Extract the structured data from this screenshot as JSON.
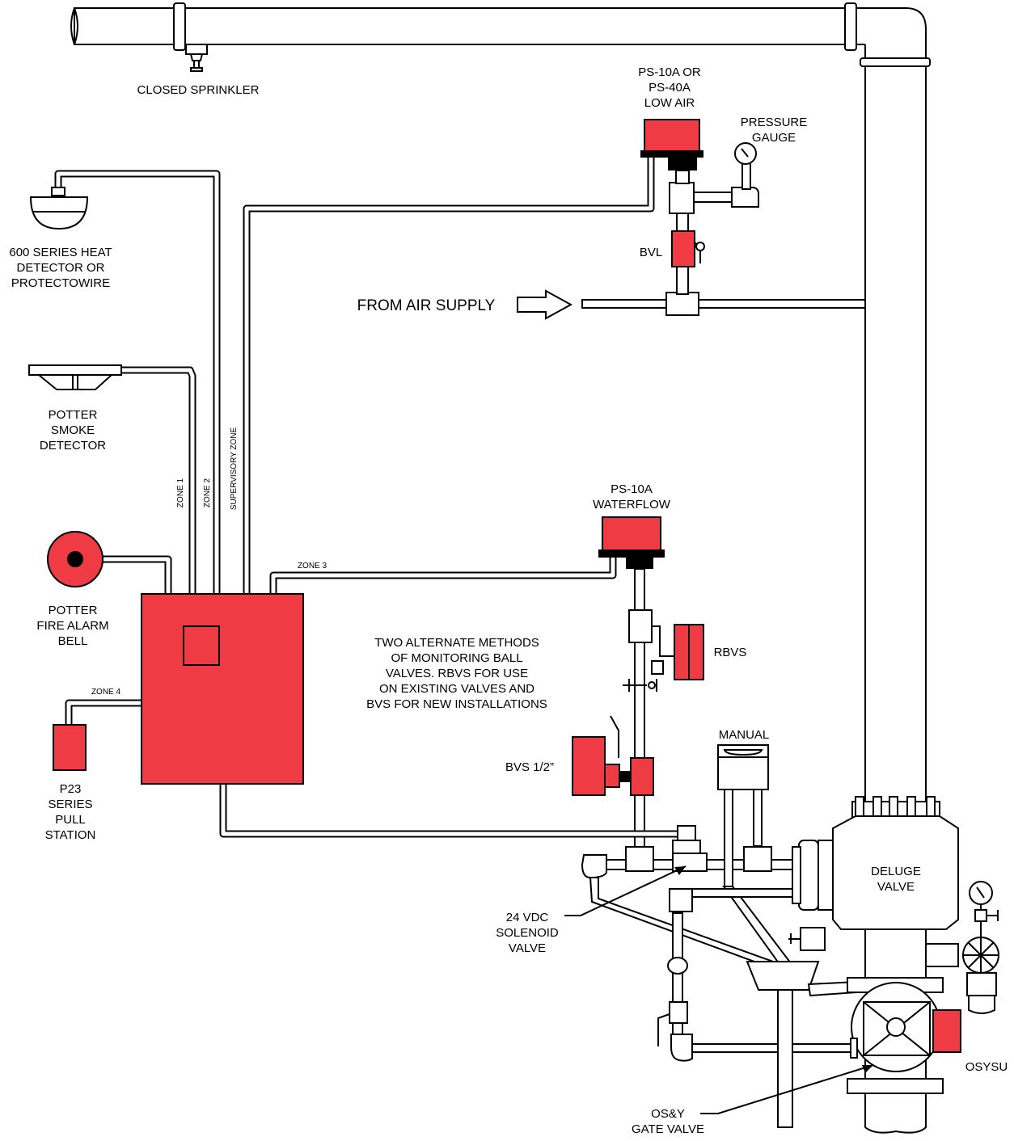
{
  "colors": {
    "device_red": "#ee3b44",
    "outline": "#000000",
    "background": "#ffffff"
  },
  "labels": {
    "closed_sprinkler": "CLOSED SPRINKLER",
    "low_air": [
      "PS-10A OR",
      "PS-40A",
      "LOW AIR"
    ],
    "pressure_gauge": [
      "PRESSURE",
      "GAUGE"
    ],
    "heat_detector": [
      "600 SERIES HEAT",
      "DETECTOR OR",
      "PROTECTOWIRE"
    ],
    "bvl": "BVL",
    "air_supply": "FROM AIR SUPPLY",
    "smoke_detector": [
      "POTTER",
      "SMOKE",
      "DETECTOR"
    ],
    "zone1": "ZONE 1",
    "zone2": "ZONE 2",
    "supervisory_zone": "SUPERVISORY ZONE",
    "waterflow": [
      "PS-10A",
      "WATERFLOW"
    ],
    "zone3": "ZONE 3",
    "fire_alarm_bell": [
      "POTTER",
      "FIRE ALARM",
      "BELL"
    ],
    "note": [
      "TWO ALTERNATE METHODS",
      "OF MONITORING BALL",
      "VALVES. RBVS FOR USE",
      "ON EXISTING VALVES AND",
      "BVS FOR NEW INSTALLATIONS"
    ],
    "rbvs": "RBVS",
    "zone4": "ZONE 4",
    "pull_station": [
      "P23",
      "SERIES",
      "PULL",
      "STATION"
    ],
    "manual": "MANUAL",
    "bvs": "BVS 1/2”",
    "deluge_valve": [
      "DELUGE",
      "VALVE"
    ],
    "solenoid_valve": [
      "24 VDC",
      "SOLENOID",
      "VALVE"
    ],
    "osysu": "OSYSU",
    "gate_valve": [
      "OS&Y",
      "GATE VALVE"
    ]
  },
  "icons": [
    "sprinkler-head-icon",
    "heat-detector-icon",
    "smoke-detector-icon",
    "fire-alarm-bell-icon",
    "pull-station-icon",
    "control-panel-icon",
    "pressure-switch-icon",
    "pressure-gauge-icon",
    "ball-valve-icon",
    "solenoid-valve-icon",
    "deluge-valve-icon",
    "gate-valve-icon",
    "arrow-right-icon"
  ]
}
